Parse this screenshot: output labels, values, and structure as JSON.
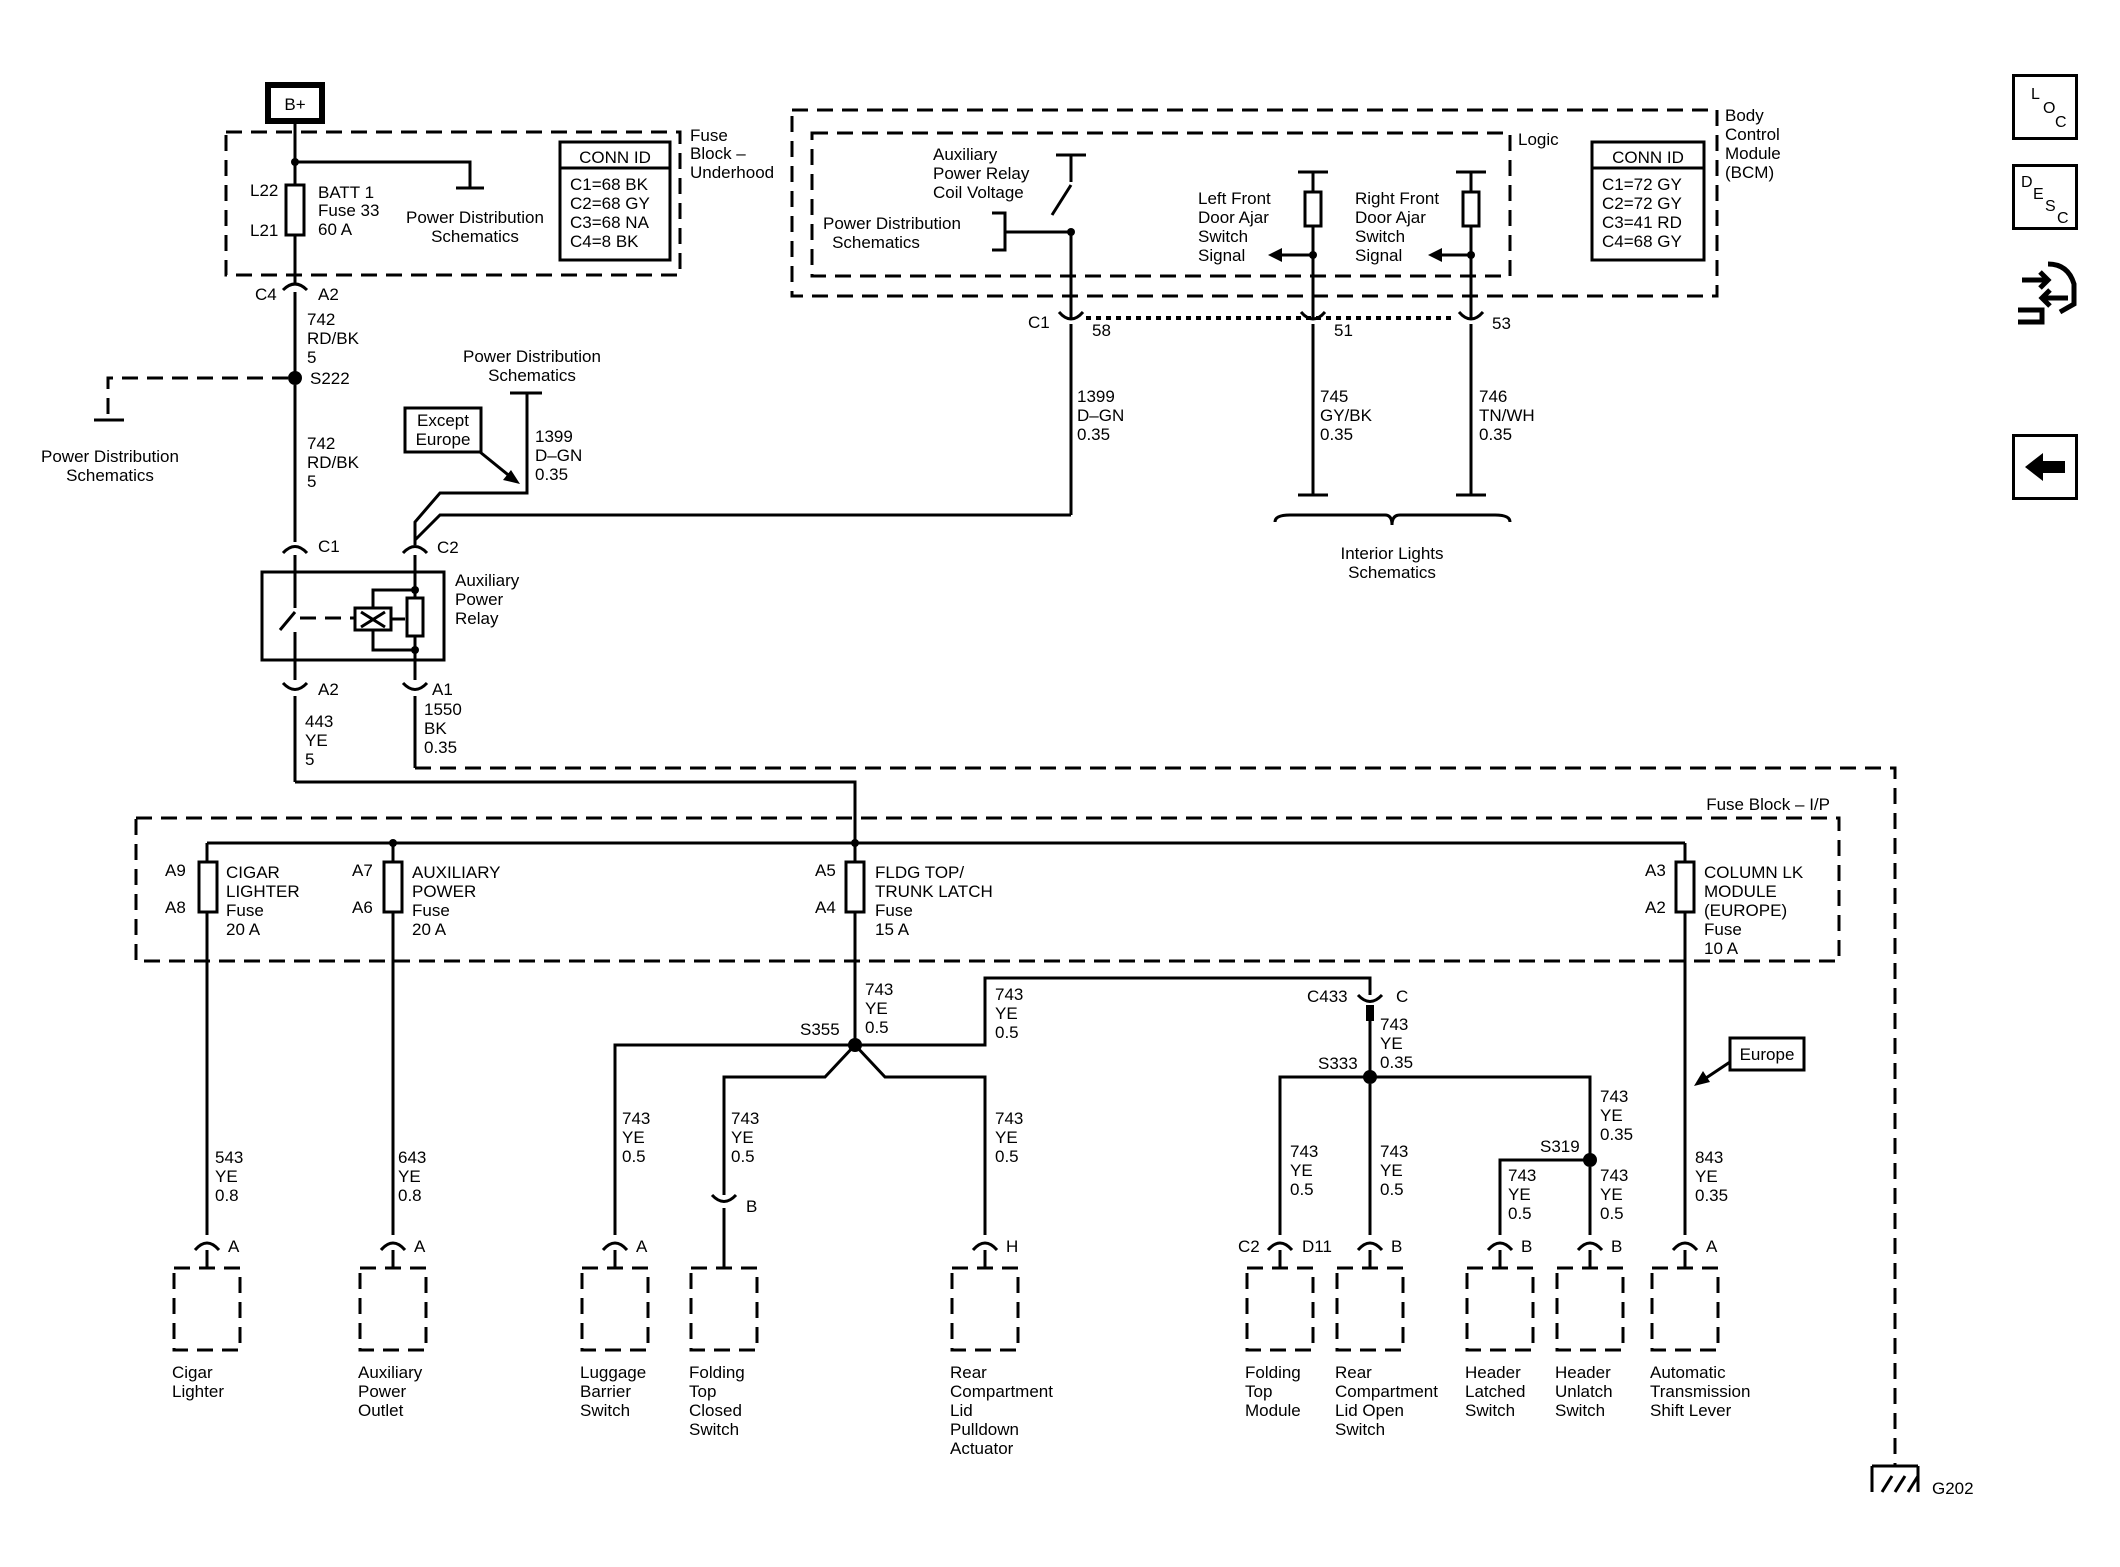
{
  "battery": {
    "label": "B+"
  },
  "fuse_block_underhood": {
    "title": [
      "Fuse",
      "Block –",
      "Underhood"
    ],
    "conn_id": {
      "header": "CONN ID",
      "rows": [
        "C1=68 BK",
        "C2=68 GY",
        "C3=68 NA",
        "C4=8 BK"
      ]
    },
    "fuse": {
      "pin_top": "L22",
      "pin_bottom": "L21",
      "lines": [
        "BATT 1",
        "Fuse 33",
        "60 A"
      ]
    },
    "ref": [
      "Power Distribution",
      "Schematics"
    ]
  },
  "bcm": {
    "title": [
      "Body",
      "Control",
      "Module",
      "(BCM)"
    ],
    "logic": "Logic",
    "conn_id": {
      "header": "CONN ID",
      "rows": [
        "C1=72 GY",
        "C2=72 GY",
        "C3=41 RD",
        "C4=68 GY"
      ]
    },
    "aux_coil": [
      "Auxiliary",
      "Power Relay",
      "Coil Voltage"
    ],
    "pd_ref": [
      "Power Distribution",
      "Schematics"
    ],
    "left_door": [
      "Left Front",
      "Door Ajar",
      "Switch",
      "Signal"
    ],
    "right_door": [
      "Right Front",
      "Door Ajar",
      "Switch",
      "Signal"
    ],
    "conn_label": "C1",
    "pins": [
      "58",
      "51",
      "53"
    ]
  },
  "wires": {
    "w742a": [
      "742",
      "RD/BK",
      "5"
    ],
    "w742b": [
      "742",
      "RD/BK",
      "5"
    ],
    "w1399a": [
      "1399",
      "D–GN",
      "0.35"
    ],
    "w1399b": [
      "1399",
      "D–GN",
      "0.35"
    ],
    "w745": [
      "745",
      "GY/BK",
      "0.35"
    ],
    "w746": [
      "746",
      "TN/WH",
      "0.35"
    ],
    "w443": [
      "443",
      "YE",
      "5"
    ],
    "w1550": [
      "1550",
      "BK",
      "0.35"
    ],
    "w543": [
      "543",
      "YE",
      "0.8"
    ],
    "w643": [
      "643",
      "YE",
      "0.8"
    ],
    "w743a": [
      "743",
      "YE",
      "0.5"
    ],
    "w743b": [
      "743",
      "YE",
      "0.5"
    ],
    "w743c": [
      "743",
      "YE",
      "0.5"
    ],
    "w743d": [
      "743",
      "YE",
      "0.5"
    ],
    "w743e": [
      "743",
      "YE",
      "0.5"
    ],
    "w743f": [
      "743",
      "YE",
      "0.35"
    ],
    "w743g": [
      "743",
      "YE",
      "0.5"
    ],
    "w743h": [
      "743",
      "YE",
      "0.5"
    ],
    "w743i": [
      "743",
      "YE",
      "0.35"
    ],
    "w743j": [
      "743",
      "YE",
      "0.5"
    ],
    "w743k": [
      "743",
      "YE",
      "0.5"
    ],
    "w843": [
      "843",
      "YE",
      "0.35"
    ]
  },
  "splices": {
    "s222": "S222",
    "s355": "S355",
    "s333": "S333",
    "s319": "S319"
  },
  "connectors": {
    "c4": "C4",
    "a2": "A2",
    "c1": "C1",
    "c2": "C2",
    "a2b": "A2",
    "a1": "A1",
    "c433": "C433",
    "c433pin": "C"
  },
  "left_pd_ref": [
    "Power Distribution",
    "Schematics"
  ],
  "top_pd_ref": [
    "Power Distribution",
    "Schematics"
  ],
  "except_europe": [
    "Except",
    "Europe"
  ],
  "relay": {
    "label": [
      "Auxiliary",
      "Power",
      "Relay"
    ]
  },
  "interior_lights": [
    "Interior Lights",
    "Schematics"
  ],
  "fuse_block_ip": {
    "title": "Fuse Block – I/P",
    "fuses": [
      {
        "pin_top": "A9",
        "pin_bottom": "A8",
        "lines": [
          "CIGAR",
          "LIGHTER",
          "Fuse",
          "20 A"
        ]
      },
      {
        "pin_top": "A7",
        "pin_bottom": "A6",
        "lines": [
          "AUXILIARY",
          "POWER",
          "Fuse",
          "20 A"
        ]
      },
      {
        "pin_top": "A5",
        "pin_bottom": "A4",
        "lines": [
          "FLDG TOP/",
          "TRUNK LATCH",
          "Fuse",
          "15 A"
        ]
      },
      {
        "pin_top": "A3",
        "pin_bottom": "A2",
        "lines": [
          "COLUMN LK",
          "MODULE",
          "(EUROPE)",
          "Fuse",
          "10 A"
        ]
      }
    ]
  },
  "europe": "Europe",
  "components": [
    {
      "pin": "A",
      "lines": [
        "Cigar",
        "Lighter"
      ]
    },
    {
      "pin": "A",
      "lines": [
        "Auxiliary",
        "Power",
        "Outlet"
      ]
    },
    {
      "pin": "A",
      "lines": [
        "Luggage",
        "Barrier",
        "Switch"
      ]
    },
    {
      "pin": "B",
      "lines": [
        "Folding",
        "Top",
        "Closed",
        "Switch"
      ]
    },
    {
      "pin": "H",
      "lines": [
        "Rear",
        "Compartment",
        "Lid",
        "Pulldown",
        "Actuator"
      ]
    },
    {
      "pin": "D11",
      "conn": "C2",
      "lines": [
        "Folding",
        "Top",
        "Module"
      ]
    },
    {
      "pin": "B",
      "lines": [
        "Rear",
        "Compartment",
        "Lid Open",
        "Switch"
      ]
    },
    {
      "pin": "B",
      "lines": [
        "Header",
        "Latched",
        "Switch"
      ]
    },
    {
      "pin": "B",
      "lines": [
        "Header",
        "Unlatch",
        "Switch"
      ]
    },
    {
      "pin": "A",
      "lines": [
        "Automatic",
        "Transmission",
        "Shift Lever"
      ]
    }
  ],
  "ground": "G202",
  "nav": {
    "loc": [
      "L",
      "O",
      "C"
    ],
    "desc": [
      "D",
      "E",
      "S",
      "C"
    ],
    "connector_icon": "connector-harness-icon",
    "back_icon": "back-arrow-icon"
  }
}
